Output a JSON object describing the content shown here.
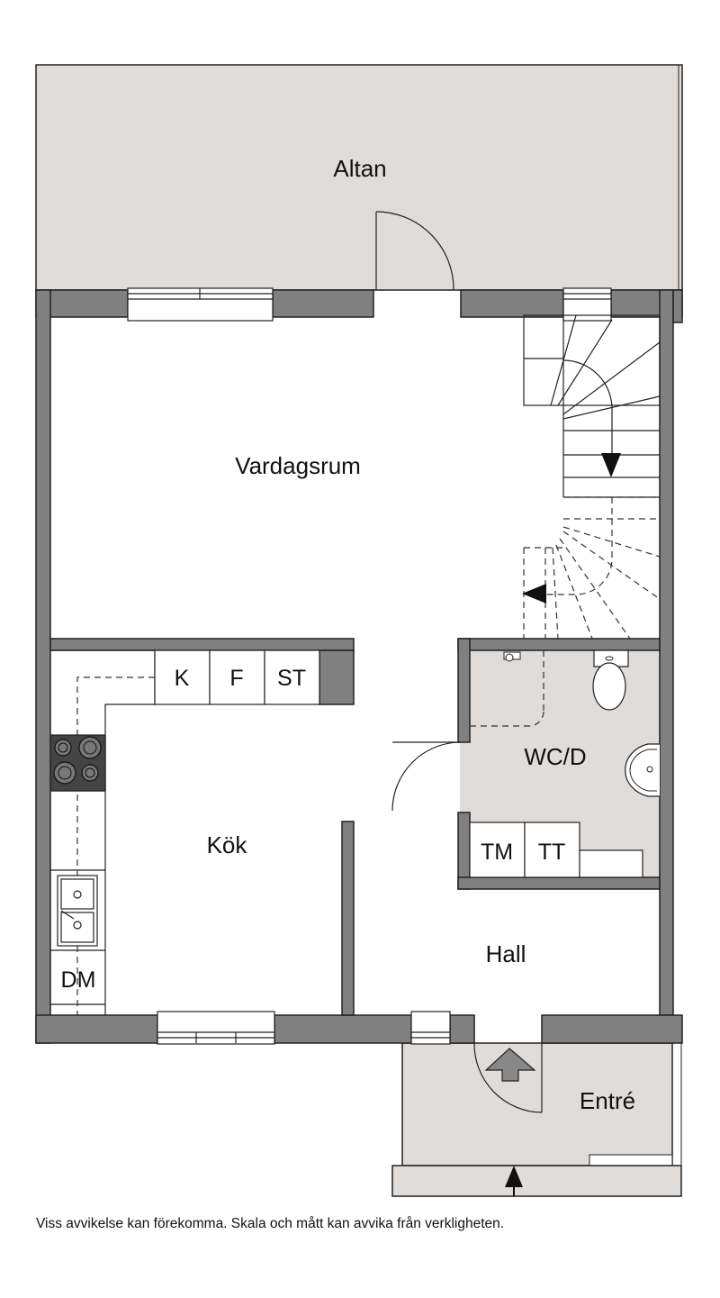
{
  "rooms": {
    "altan": "Altan",
    "vardagsrum": "Vardagsrum",
    "kok": "Kök",
    "wc": "WC/D",
    "hall": "Hall",
    "entre": "Entré"
  },
  "appliances": {
    "k": "K",
    "f": "F",
    "st": "ST",
    "dm": "DM",
    "tm": "TM",
    "tt": "TT"
  },
  "colors": {
    "wall": "#808080",
    "terrace": "#e0dcd9",
    "wet_room": "#e0dcd9",
    "stove": "#444444"
  },
  "disclaimer": "Viss avvikelse kan förekomma. Skala och mått kan avvika från verkligheten."
}
